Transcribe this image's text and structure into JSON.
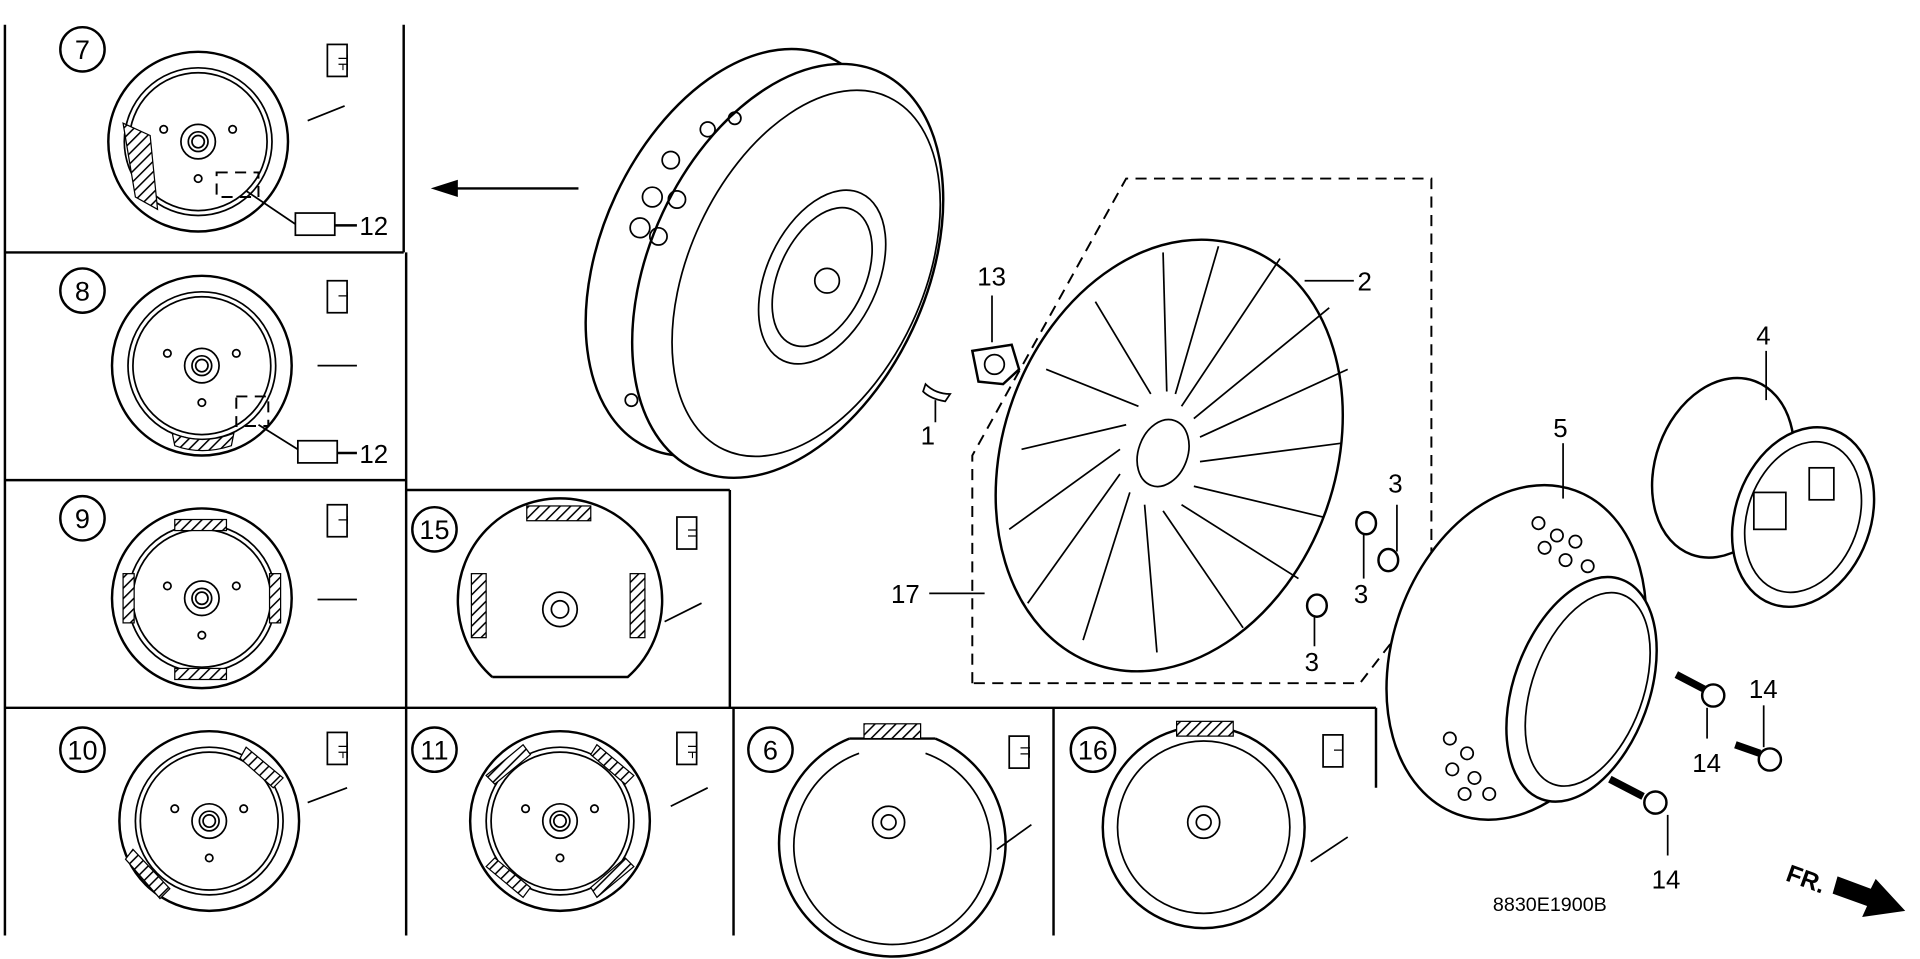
{
  "diagram": {
    "drawing_code": "8830E1900B",
    "direction_label": "FR.",
    "panels": [
      {
        "number": "7",
        "tag": "TF"
      },
      {
        "number": "8",
        "tag": "T"
      },
      {
        "number": "9",
        "tag": "T"
      },
      {
        "number": "10",
        "tag": "TF"
      },
      {
        "number": "15",
        "tag": "IT"
      },
      {
        "number": "11",
        "tag": "TF"
      },
      {
        "number": "6",
        "tag": "IT"
      },
      {
        "number": "16",
        "tag": "T"
      }
    ],
    "callouts": {
      "part_1": "1",
      "part_2": "2",
      "part_3a": "3",
      "part_3b": "3",
      "part_3c": "3",
      "part_4": "4",
      "part_5": "5",
      "part_12a": "12",
      "part_12b": "12",
      "part_13": "13",
      "part_14a": "14",
      "part_14b": "14",
      "part_14c": "14",
      "part_17": "17"
    }
  }
}
